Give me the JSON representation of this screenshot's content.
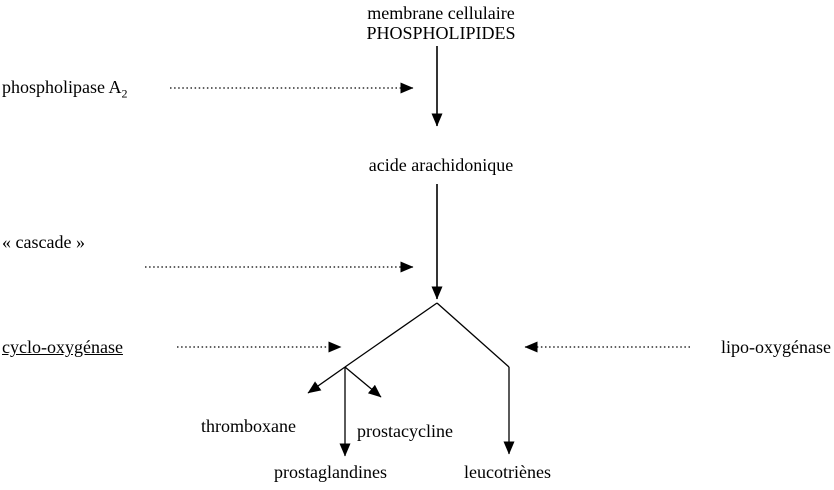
{
  "diagram": {
    "membrane": "membrane cellulaire",
    "phospholipides": "PHOSPHOLIPIDES",
    "phospholipase_label": "phospholipase A",
    "phospholipase_sub": "2",
    "acide_arachidonique": "acide arachidonique",
    "cascade": "« cascade »",
    "cyclo_oxygenase": "cyclo-oxygénase",
    "lipo_oxygenase": "lipo-oxygénase",
    "thromboxane": "thromboxane",
    "prostacycline": "prostacycline",
    "prostaglandines": "prostaglandines",
    "leucotrienes": "leucotriènes",
    "line_color": "#000000"
  }
}
